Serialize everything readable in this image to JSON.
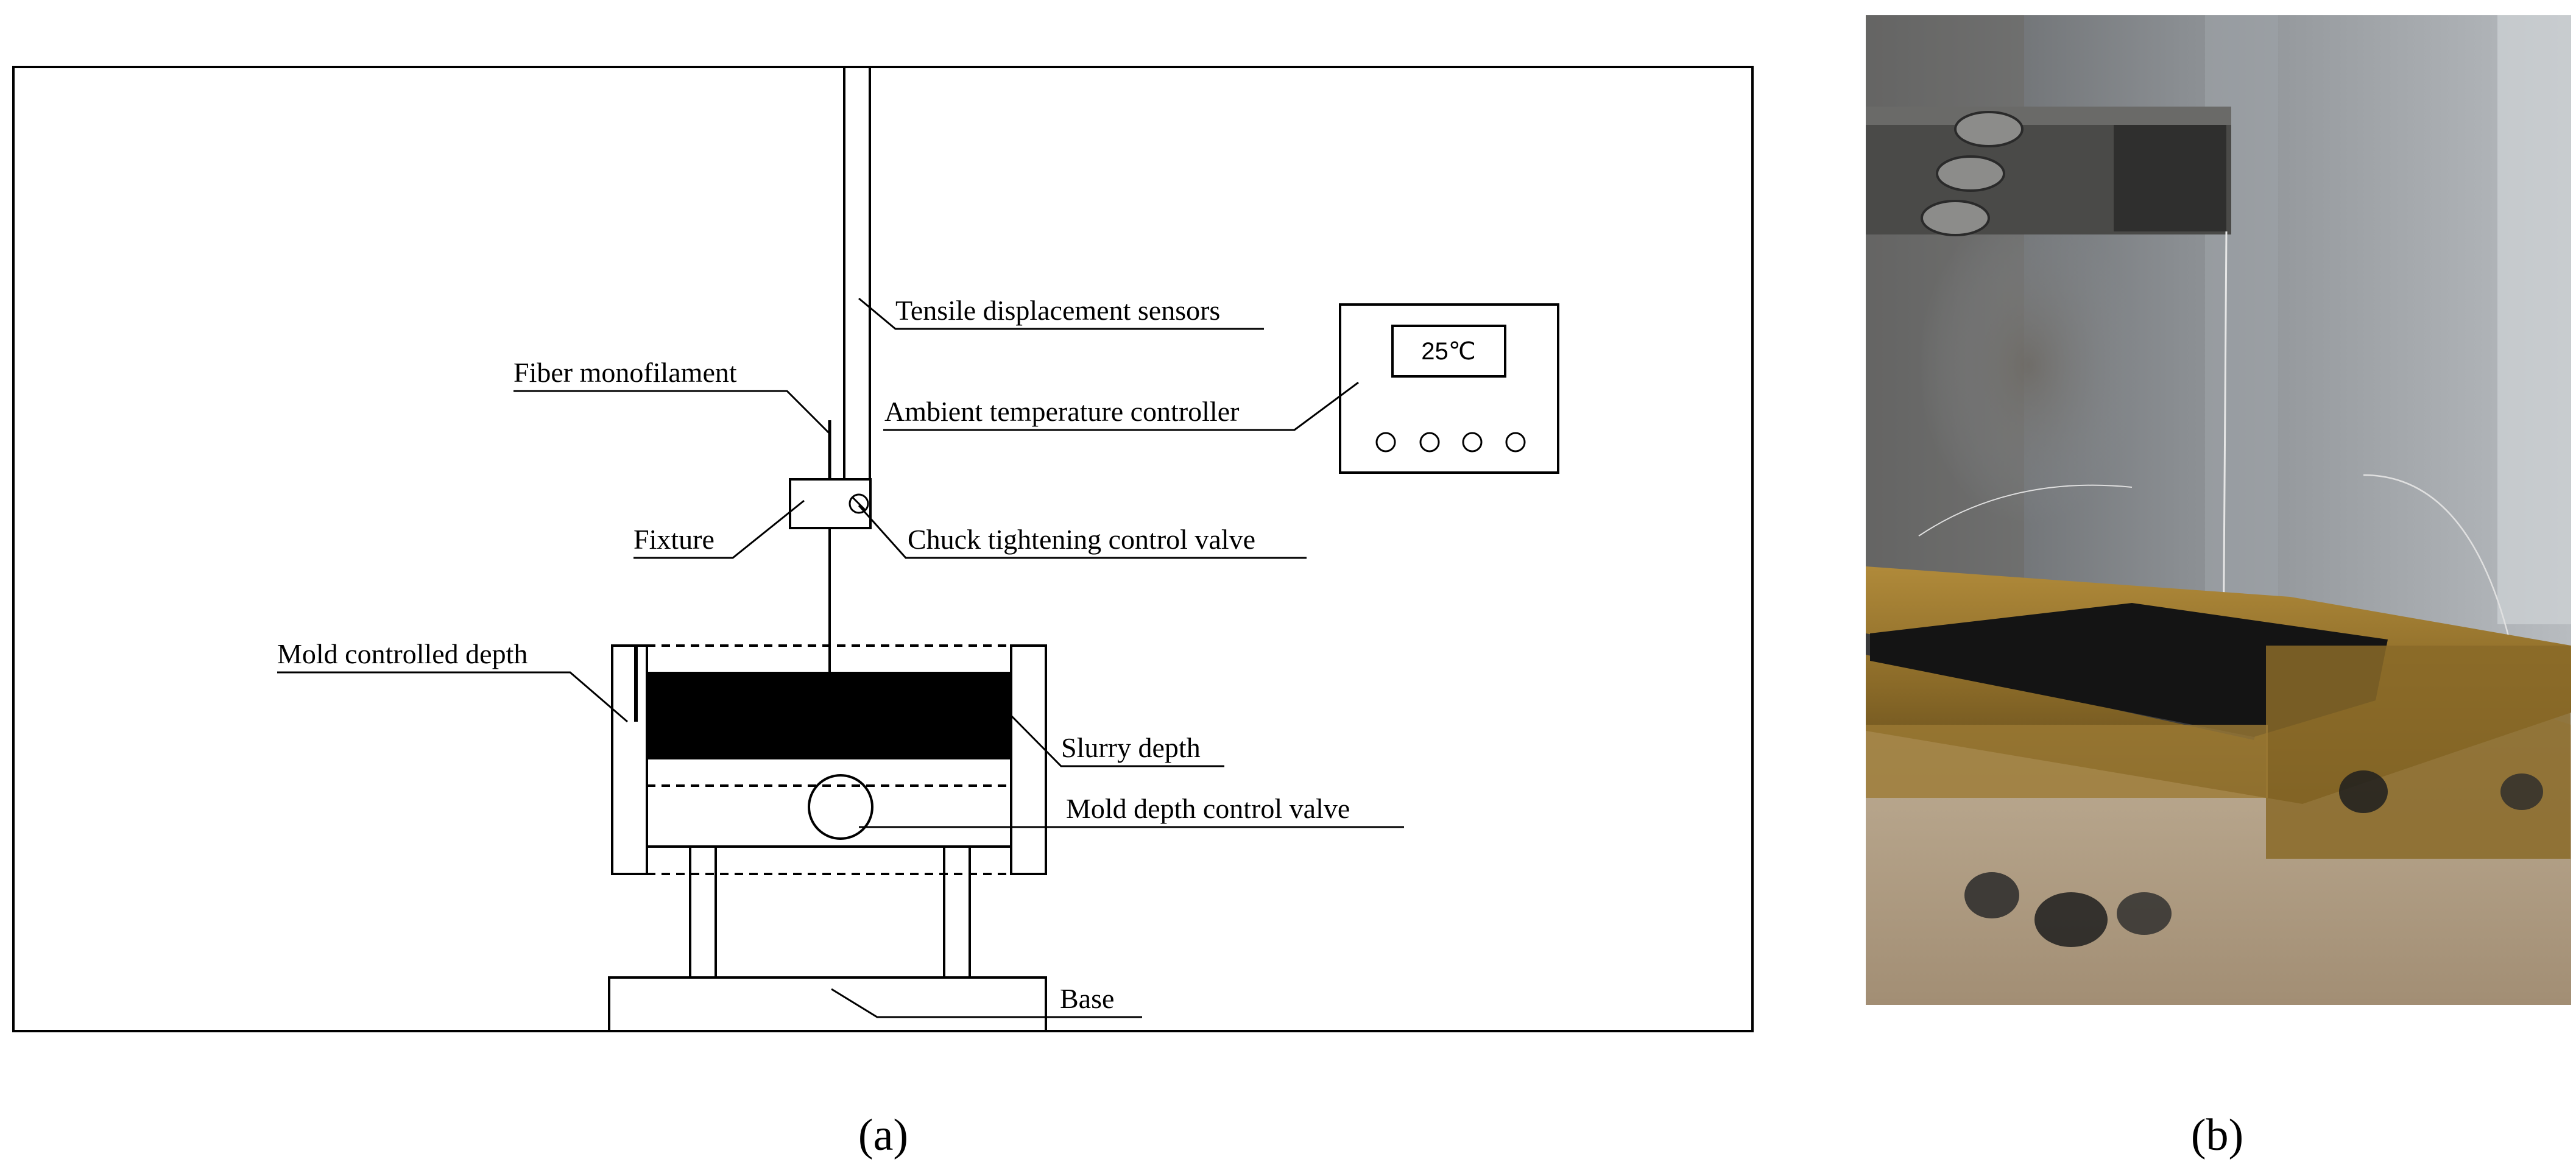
{
  "panel_a": {
    "labels": {
      "tensile_sensor": "Tensile displacement sensors",
      "fiber": "Fiber monofilament",
      "ambient_controller": "Ambient temperature controller",
      "fixture": "Fixture",
      "chuck_valve": "Chuck tightening control valve",
      "mold_depth": "Mold controlled depth",
      "slurry_depth": "Slurry depth",
      "mold_valve": "Mold depth control valve",
      "base": "Base"
    },
    "controller_display": "25℃",
    "caption": "(a)"
  },
  "panel_b": {
    "caption": "(b)"
  },
  "colors": {
    "line": "#000000",
    "slurry": "#000000",
    "background": "#ffffff"
  }
}
